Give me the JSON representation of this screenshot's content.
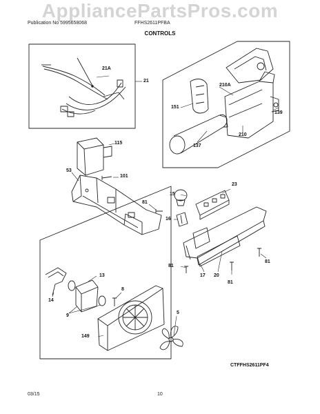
{
  "watermark": "AppliancePartsPros.com",
  "header": {
    "publication": "Publication No  5995658068",
    "model": "FFHS2611PFBA"
  },
  "title": "CONTROLS",
  "callouts": {
    "c21A": "21A",
    "c21": "21",
    "c210A": "210A",
    "c151": "151",
    "c139": "139",
    "c210": "210",
    "c137": "137",
    "c115": "115",
    "c53": "53",
    "c101": "101",
    "c23": "23",
    "c15": "15",
    "c81a": "81",
    "c16": "16",
    "c81b": "81",
    "c17": "17",
    "c20": "20",
    "c81c": "81",
    "c81d": "81",
    "c13": "13",
    "c14": "14",
    "c8": "8",
    "c9": "9",
    "c5": "5",
    "c149": "149"
  },
  "drawing_code": "CTFFHS2611PF4",
  "footer": {
    "date": "03/15",
    "page": "10"
  }
}
